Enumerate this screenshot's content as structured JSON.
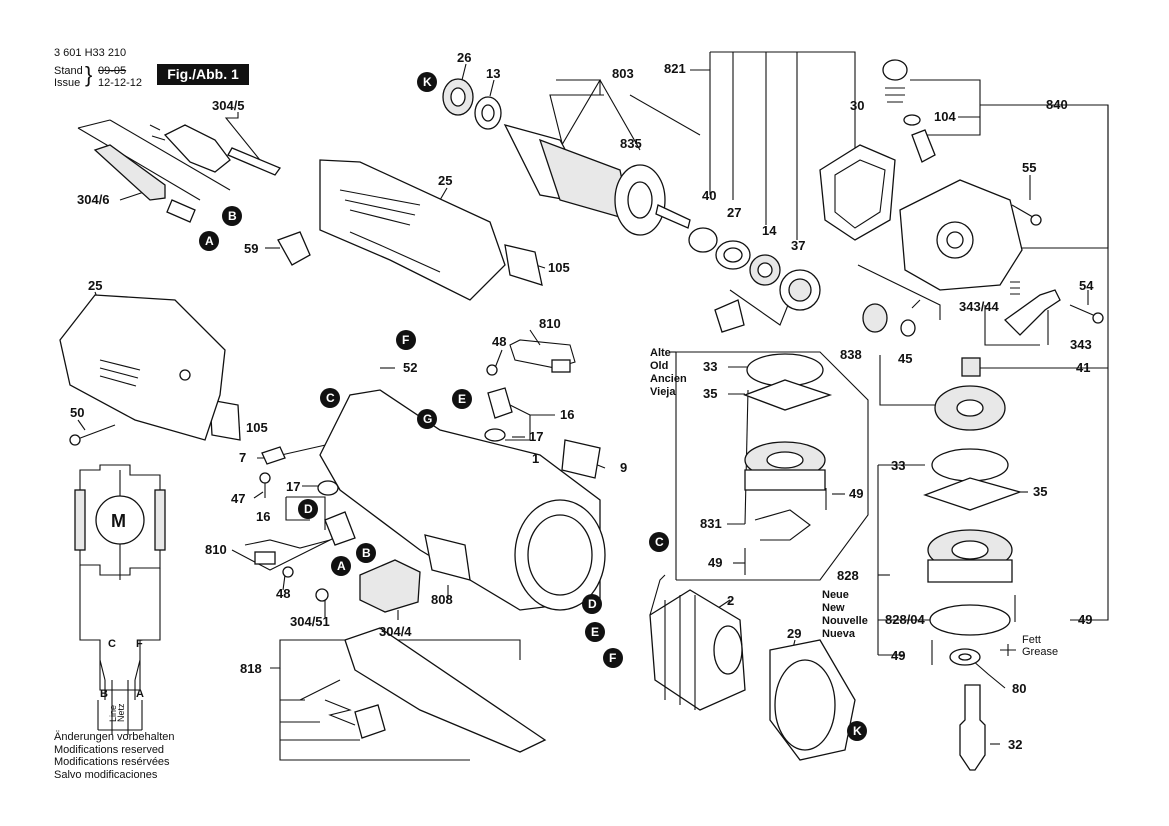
{
  "header": {
    "doc_number": "3 601 H33 210",
    "stand_label": "Stand",
    "issue_label": "Issue",
    "stand_date_old": "09-05",
    "issue_date": "12-12-12",
    "figure_label": "Fig./Abb. 1"
  },
  "languages_old": [
    "Alte",
    "Old",
    "Ancien",
    "Vieja"
  ],
  "languages_new": [
    "Neue",
    "New",
    "Nouvelle",
    "Nueva"
  ],
  "grease_note": [
    "Fett",
    "Grease"
  ],
  "wiring": {
    "motor_label": "M",
    "terminals": [
      "C",
      "F",
      "B",
      "A"
    ],
    "net_text": "Netz",
    "line_text": "Line"
  },
  "callouts": [
    "A",
    "B",
    "C",
    "D",
    "E",
    "F",
    "G",
    "K"
  ],
  "part_numbers": {
    "p304_5": "304/5",
    "p304_6": "304/6",
    "p26": "26",
    "p13": "13",
    "p803": "803",
    "p835": "835",
    "p821": "821",
    "p30": "30",
    "p104": "104",
    "p840": "840",
    "p25a": "25",
    "p25b": "25",
    "p59": "59",
    "p105a": "105",
    "p105b": "105",
    "p50": "50",
    "p40": "40",
    "p27": "27",
    "p14": "14",
    "p37": "37",
    "p55": "55",
    "p54": "54",
    "p343_44": "343/44",
    "p343": "343",
    "p838": "838",
    "p45": "45",
    "p41": "41",
    "p810a": "810",
    "p810b": "810",
    "p48a": "48",
    "p48b": "48",
    "p52": "52",
    "p16a": "16",
    "p16b": "16",
    "p17a": "17",
    "p17b": "17",
    "p1": "1",
    "p9": "9",
    "p7": "7",
    "p47": "47",
    "p304_51": "304/51",
    "p304_4": "304/4",
    "p808": "808",
    "p818": "818",
    "p2": "2",
    "p29": "29",
    "p33a": "33",
    "p35a": "35",
    "p49a": "49",
    "p831": "831",
    "p49b": "49",
    "p33b": "33",
    "p35b": "35",
    "p828": "828",
    "p828_04": "828/04",
    "p49c": "49",
    "p49d": "49",
    "p80": "80",
    "p32": "32"
  },
  "footer": [
    "Änderungen vorbehalten",
    "Modifications reserved",
    "Modifications resérvées",
    "Salvo modificaciones"
  ]
}
